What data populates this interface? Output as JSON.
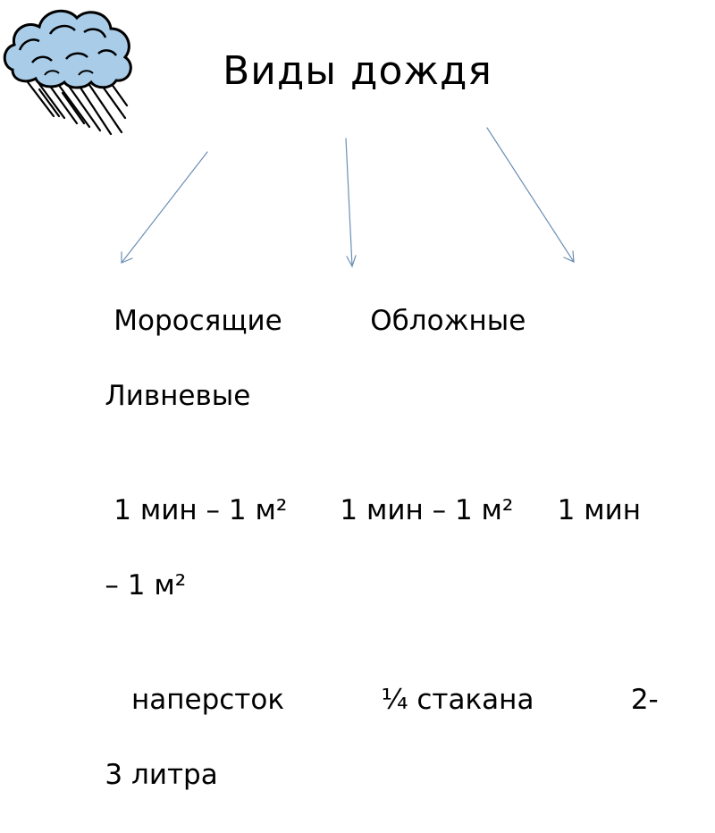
{
  "title": "Виды дождя",
  "icons": {
    "cloud": "rain-cloud-icon"
  },
  "colors": {
    "cloud_fill": "#a9cde9",
    "cloud_outline": "#000000",
    "arrow": "#6b8fb3"
  },
  "rows": [
    {
      "line1": " Моросящие          Обложные          ",
      "line2": "Ливневые"
    },
    {
      "line1": " 1 мин – 1 м²      1 мин – 1 м²     1 мин",
      "line2": "– 1 м²"
    },
    {
      "line1": "   наперсток           ¼ стакана           2-",
      "line2": "3 литра"
    }
  ]
}
